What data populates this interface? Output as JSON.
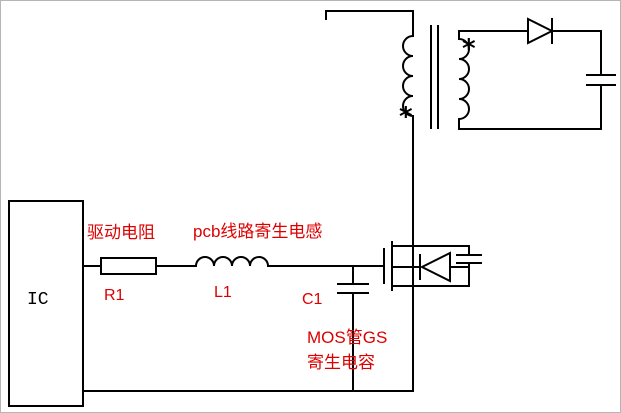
{
  "colors": {
    "wire": "#000000",
    "annotation": "#dd0000",
    "background": "#ffffff"
  },
  "components": {
    "ic": {
      "label": "IC"
    },
    "r1": {
      "ref": "R1",
      "annotation": "驱动电阻"
    },
    "l1": {
      "ref": "L1",
      "annotation": "pcb线路寄生电感"
    },
    "c1": {
      "ref": "C1",
      "annotation_line1": "MOS管GS",
      "annotation_line2": "寄生电容"
    },
    "transformer": {
      "primary_polarity_mark": "*",
      "secondary_polarity_mark": "*"
    }
  }
}
